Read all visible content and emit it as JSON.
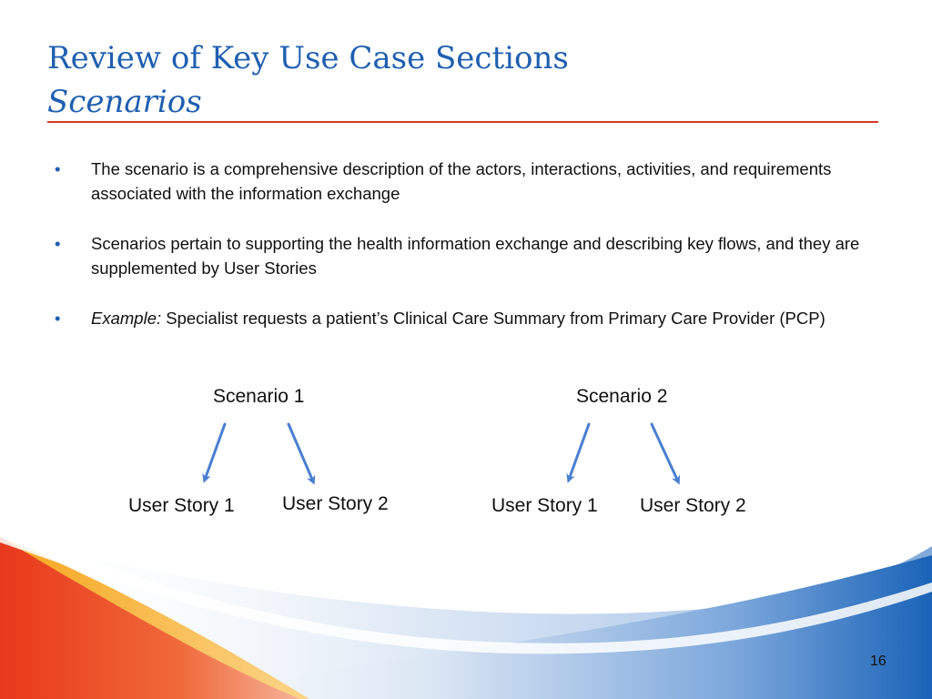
{
  "slide": {
    "title": "Review of Key Use Case Sections",
    "subtitle": "Scenarios",
    "bullets": [
      {
        "text": "The scenario is a comprehensive description of the actors, interactions, activities, and requirements associated with the information exchange"
      },
      {
        "text": "Scenarios pertain to supporting the health information exchange and describing key flows, and they are supplemented by User Stories"
      },
      {
        "prefix": "Example:",
        "text": " Specialist requests a patient’s Clinical Care Summary from Primary Care Provider (PCP)"
      }
    ],
    "bullet_symbol": "•",
    "diagram": {
      "scenario1": "Scenario 1",
      "scenario2": "Scenario 2",
      "s1_story1": "User Story 1",
      "s1_story2": "User Story 2",
      "s2_story1": "User Story 1",
      "s2_story2": "User Story 2"
    },
    "page_number": "16",
    "colors": {
      "title": "#1f5fb0",
      "rule": "#d43a2a",
      "arrow": "#4a7fd0",
      "swoosh_red": "#e03a1c",
      "swoosh_orange": "#f5a21b",
      "swoosh_blue": "#1a63b8"
    }
  }
}
